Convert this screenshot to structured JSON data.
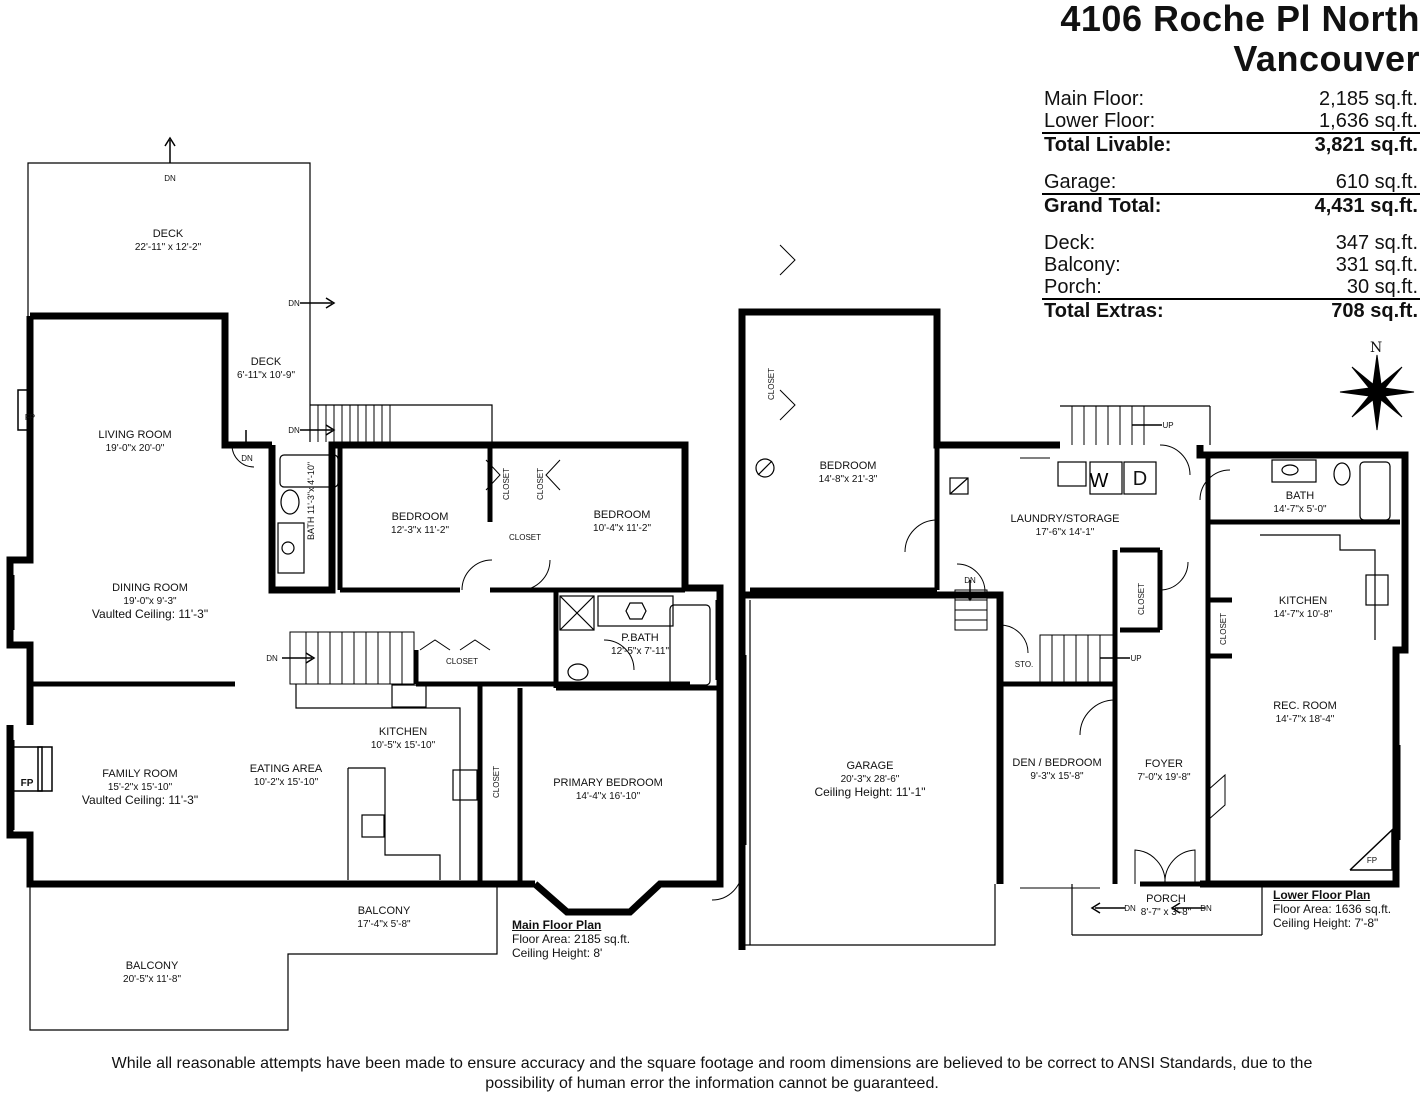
{
  "address": {
    "line1": "4106 Roche Pl North",
    "line2": "Vancouver"
  },
  "areas": {
    "main_floor": {
      "label": "Main Floor:",
      "value": "2,185 sq.ft."
    },
    "lower_floor": {
      "label": "Lower Floor:",
      "value": "1,636 sq.ft."
    },
    "total_livable": {
      "label": "Total Livable:",
      "value": "3,821 sq.ft."
    },
    "garage": {
      "label": "Garage:",
      "value": "610 sq.ft."
    },
    "grand_total": {
      "label": "Grand Total:",
      "value": "4,431 sq.ft."
    },
    "deck": {
      "label": "Deck:",
      "value": "347 sq.ft."
    },
    "balcony": {
      "label": "Balcony:",
      "value": "331 sq.ft."
    },
    "porch": {
      "label": "Porch:",
      "value": "30 sq.ft."
    },
    "total_extras": {
      "label": "Total Extras:",
      "value": "708 sq.ft."
    }
  },
  "compass_label": "N",
  "main_floor": {
    "info": {
      "title": "Main Floor Plan",
      "area": "Floor Area: 2185 sq.ft.",
      "ceiling": "Ceiling Height: 8'"
    },
    "rooms": {
      "deck_large": {
        "name": "DECK",
        "dim": "22'-11\" x 12'-2\""
      },
      "deck_small": {
        "name": "DECK",
        "dim": "6'-11\"x 10'-9\""
      },
      "living_room": {
        "name": "LIVING ROOM",
        "dim": "19'-0\"x 20'-0\""
      },
      "dining_room": {
        "name": "DINING ROOM",
        "dim": "19'-0\"x 9'-3\"",
        "extra": "Vaulted Ceiling: 11'-3\""
      },
      "family_room": {
        "name": "FAMILY ROOM",
        "dim": "15'-2\"x 15'-10\"",
        "extra": "Vaulted Ceiling: 11'-3\""
      },
      "eating_area": {
        "name": "EATING AREA",
        "dim": "10'-2\"x 15'-10\""
      },
      "kitchen": {
        "name": "KITCHEN",
        "dim": "10'-5\"x 15'-10\""
      },
      "bedroom_1": {
        "name": "BEDROOM",
        "dim": "12'-3\"x 11'-2\""
      },
      "bedroom_2": {
        "name": "BEDROOM",
        "dim": "10'-4\"x 11'-2\""
      },
      "bath": {
        "name": "BATH",
        "dim": "11'-3\"x 4'-10\""
      },
      "pbath": {
        "name": "P.BATH",
        "dim": "12'-5\"x 7'-11\""
      },
      "primary_bedroom": {
        "name": "PRIMARY BEDROOM",
        "dim": "14'-4\"x 16'-10\""
      },
      "balcony_1": {
        "name": "BALCONY",
        "dim": "17'-4\"x 5'-8\""
      },
      "balcony_2": {
        "name": "BALCONY",
        "dim": "20'-5\"x 11'-8\""
      }
    },
    "labels": {
      "closet": "CLOSET",
      "dn": "DN",
      "fp": "FP"
    }
  },
  "lower_floor": {
    "info": {
      "title": "Lower Floor Plan",
      "area": "Floor Area: 1636 sq.ft.",
      "ceiling": "Ceiling Height: 7'-8\""
    },
    "rooms": {
      "bedroom": {
        "name": "BEDROOM",
        "dim": "14'-8\"x 21'-3\""
      },
      "laundry": {
        "name": "LAUNDRY/STORAGE",
        "dim": "17'-6\"x 14'-1\""
      },
      "bath": {
        "name": "BATH",
        "dim": "14'-7\"x 5'-0\""
      },
      "kitchen": {
        "name": "KITCHEN",
        "dim": "14'-7\"x 10'-8\""
      },
      "garage": {
        "name": "GARAGE",
        "dim": "20'-3\"x 28'-6\"",
        "extra": "Ceiling Height: 11'-1\""
      },
      "den": {
        "name": "DEN / BEDROOM",
        "dim": "9'-3\"x 15'-8\""
      },
      "foyer": {
        "name": "FOYER",
        "dim": "7'-0\"x 19'-8\""
      },
      "rec_room": {
        "name": "REC. ROOM",
        "dim": "14'-7\"x 18'-4\""
      },
      "porch": {
        "name": "PORCH",
        "dim": "8'-7\" x 3'-8\""
      }
    },
    "labels": {
      "closet": "CLOSET",
      "dn": "DN",
      "up": "UP",
      "sto": "STO.",
      "fp": "FP",
      "washer": "W",
      "dryer": "D"
    }
  },
  "disclaimer": "While all reasonable attempts have been made to ensure accuracy and the square footage and room dimensions are believed to be correct to ANSI Standards, due to the possibility of human error the information cannot be guaranteed."
}
